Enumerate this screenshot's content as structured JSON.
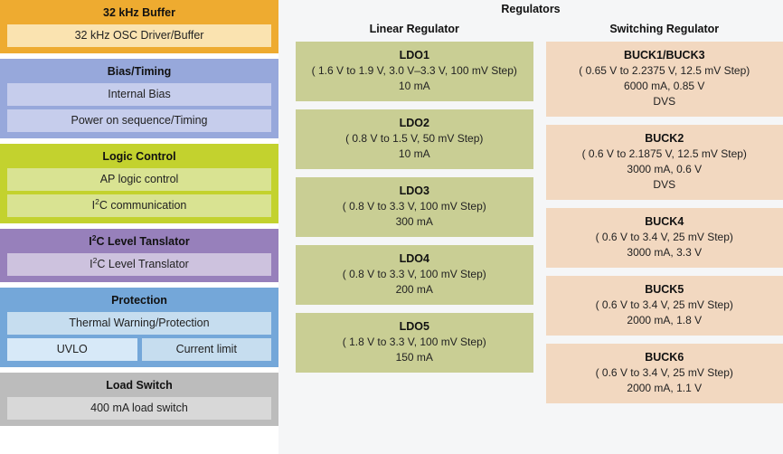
{
  "left_panel": {
    "blocks": [
      {
        "title": "32 kHz Buffer",
        "theme": "b-osc",
        "items": [
          {
            "label": "32 kHz OSC Driver/Buffer"
          }
        ]
      },
      {
        "title": "Bias/Timing",
        "theme": "b-bias",
        "items": [
          {
            "label": "Internal Bias"
          },
          {
            "label": "Power on sequence/Timing"
          }
        ]
      },
      {
        "title": "Logic Control",
        "theme": "b-logic",
        "items": [
          {
            "label": "AP logic control"
          },
          {
            "label": "I2C communication",
            "html": "I<sup>2</sup>C communication"
          }
        ]
      },
      {
        "title": "I2C Level Tanslator",
        "title_html": "I<sup>2</sup>C Level Tanslator",
        "theme": "b-i2c",
        "items": [
          {
            "label": "I2C Level Translator",
            "html": "I<sup>2</sup>C Level Translator"
          }
        ]
      },
      {
        "title": "Protection",
        "theme": "b-prot",
        "items": [
          {
            "label": "Thermal Warning/Protection"
          }
        ],
        "split_row": [
          {
            "label": "UVLO"
          },
          {
            "label": "Current limit"
          }
        ]
      },
      {
        "title": "Load Switch",
        "theme": "b-load",
        "items": [
          {
            "label": "400 mA load switch"
          }
        ]
      }
    ]
  },
  "right_panel": {
    "title": "Regulators",
    "columns": [
      {
        "header": "Linear Regulator",
        "card_theme": "card-ldo",
        "cards": [
          {
            "name": "LDO1",
            "lines": [
              "( 1.6 V to 1.9 V, 3.0 V–3.3 V, 100 mV Step)",
              "10 mA"
            ]
          },
          {
            "name": "LDO2",
            "lines": [
              "( 0.8 V to 1.5 V, 50 mV Step)",
              "10 mA"
            ]
          },
          {
            "name": "LDO3",
            "lines": [
              "( 0.8 V to 3.3 V, 100 mV Step)",
              "300 mA"
            ]
          },
          {
            "name": "LDO4",
            "lines": [
              "( 0.8 V to 3.3 V, 100 mV Step)",
              "200 mA"
            ]
          },
          {
            "name": "LDO5",
            "lines": [
              "( 1.8 V to 3.3 V, 100 mV Step)",
              "150 mA"
            ]
          }
        ]
      },
      {
        "header": "Switching Regulator",
        "card_theme": "card-buck",
        "cards": [
          {
            "name": "BUCK1/BUCK3",
            "lines": [
              "( 0.65 V to 2.2375 V, 12.5 mV Step)",
              "6000 mA, 0.85 V",
              "DVS"
            ]
          },
          {
            "name": "BUCK2",
            "lines": [
              "( 0.6 V to 2.1875 V, 12.5 mV Step)",
              "3000 mA, 0.6 V",
              "DVS"
            ]
          },
          {
            "name": "BUCK4",
            "lines": [
              "( 0.6 V to 3.4 V, 25 mV Step)",
              "3000 mA, 3.3 V"
            ]
          },
          {
            "name": "BUCK5",
            "lines": [
              "( 0.6 V to 3.4 V, 25 mV Step)",
              "2000 mA, 1.8 V"
            ]
          },
          {
            "name": "BUCK6",
            "lines": [
              "( 0.6 V to 3.4 V, 25 mV Step)",
              "2000 mA, 1.1 V"
            ]
          }
        ]
      }
    ]
  },
  "colors": {
    "osc_header": "#eeab30",
    "osc_item": "#fae3b0",
    "bias_header": "#97a8db",
    "bias_item": "#c6cdec",
    "logic_header": "#c3d22e",
    "logic_item": "#d9e392",
    "i2c_header": "#9780bb",
    "i2c_item": "#cdc2de",
    "protection_header": "#74a7d9",
    "protection_item": "#c6ddef",
    "uvlo_item": "#d7e9f8",
    "load_header": "#bcbcbc",
    "load_item": "#d8d8d8",
    "ldo_card": "#c9ce94",
    "buck_card": "#f2d8c0",
    "right_background": "#f5f6f7"
  }
}
